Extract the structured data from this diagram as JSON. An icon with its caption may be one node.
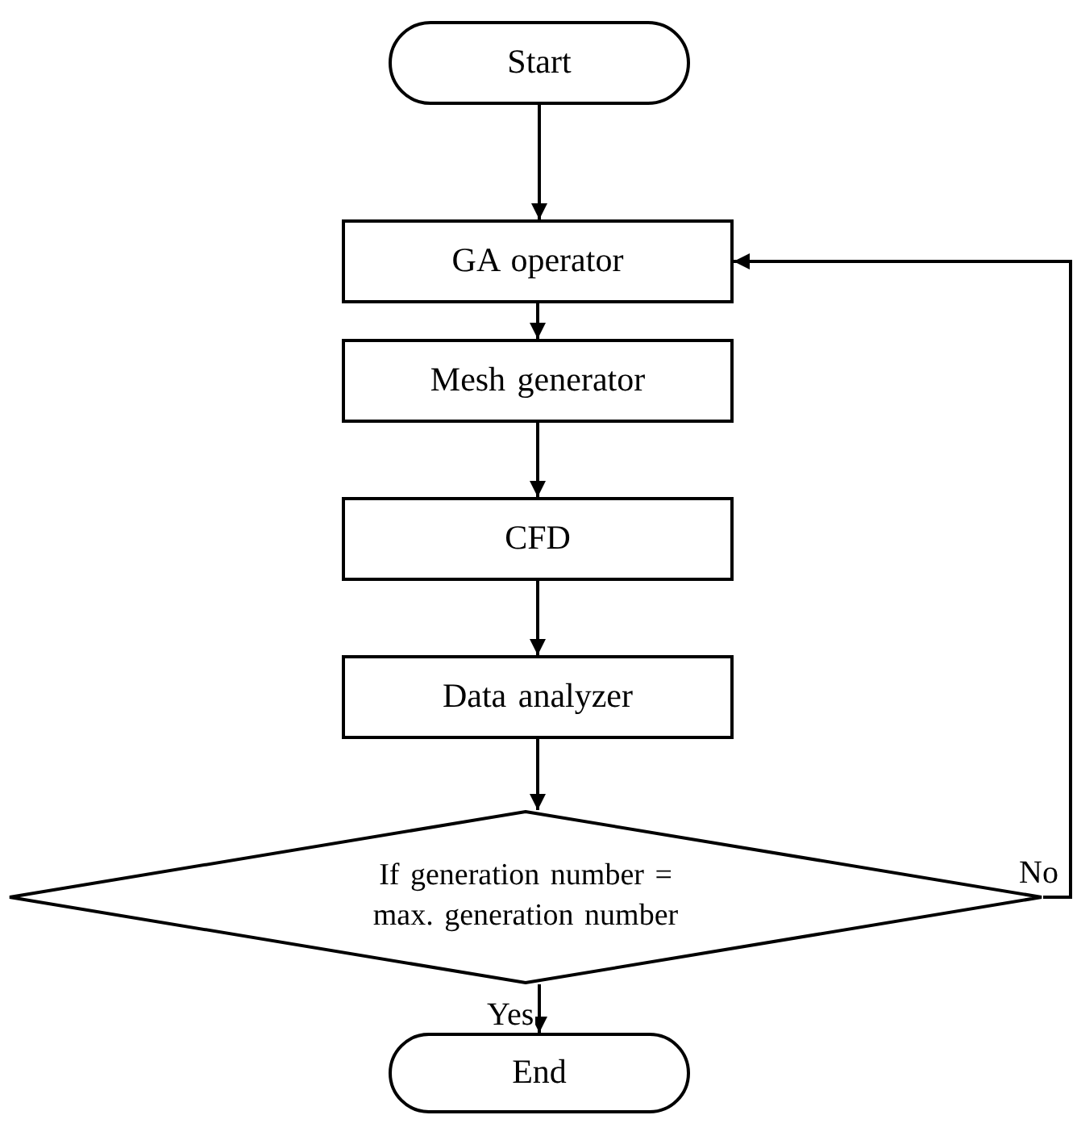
{
  "diagram": {
    "nodes": [
      {
        "text": [
          "Start"
        ]
      },
      {
        "text": [
          "GA operator"
        ]
      },
      {
        "text": [
          "Mesh generator"
        ]
      },
      {
        "text": [
          "CFD"
        ]
      },
      {
        "text": [
          "Data analyzer"
        ]
      },
      {
        "text": [
          "If generation number = max. generation number"
        ]
      },
      {
        "text": [
          "End"
        ]
      }
    ],
    "edges": [
      {
        "from": 0,
        "to": 1,
        "arrow": "to"
      },
      {
        "from": 1,
        "to": 2,
        "arrow": "to"
      },
      {
        "from": 2,
        "to": 3,
        "arrow": "to"
      },
      {
        "from": 3,
        "to": 4,
        "arrow": "to"
      },
      {
        "from": 4,
        "to": 5,
        "arrow": "to"
      },
      {
        "from": 5,
        "to": 6,
        "label": "Yes",
        "arrow": "to"
      },
      {
        "from": 5,
        "to": 1,
        "label": "No",
        "arrow": "to"
      }
    ]
  }
}
